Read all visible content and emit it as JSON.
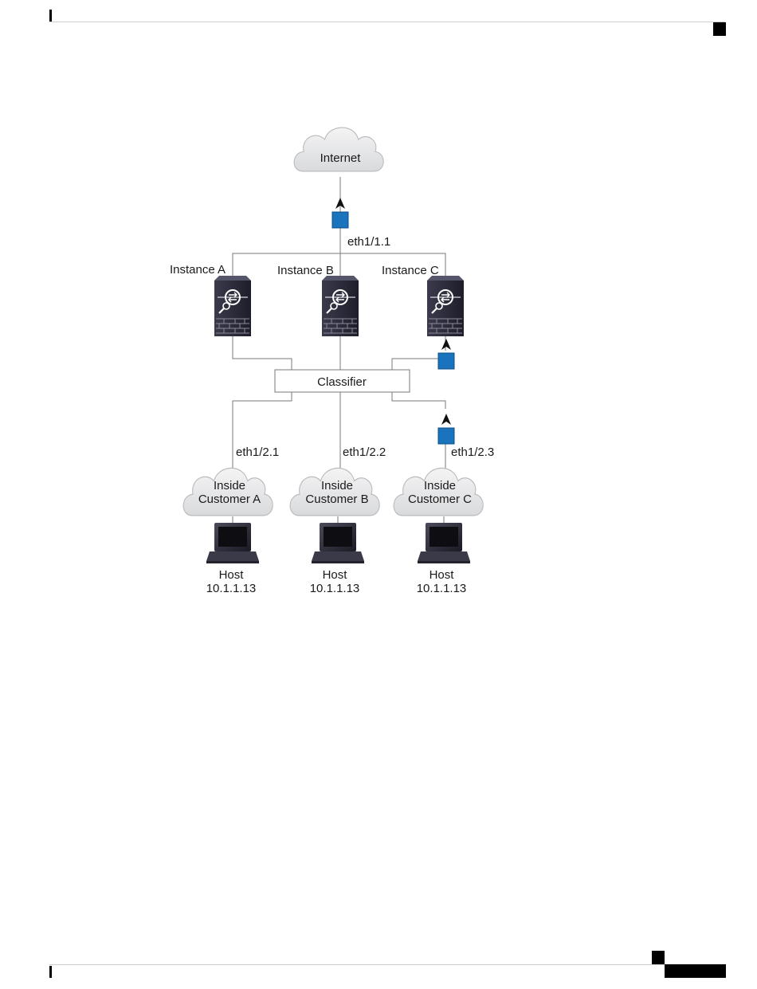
{
  "diagram": {
    "internet": {
      "label": "Internet"
    },
    "uplink": {
      "label": "eth1/1.1",
      "color": "#1a73bd"
    },
    "instances": [
      {
        "label": "Instance A"
      },
      {
        "label": "Instance B"
      },
      {
        "label": "Instance C"
      }
    ],
    "classifier": {
      "label": "Classifier"
    },
    "customers": [
      {
        "interface": "eth1/2.1",
        "line1": "Inside",
        "line2": "Customer A",
        "host": "Host",
        "ip": "10.1.1.13"
      },
      {
        "interface": "eth1/2.2",
        "line1": "Inside",
        "line2": "Customer B",
        "host": "Host",
        "ip": "10.1.1.13"
      },
      {
        "interface": "eth1/2.3",
        "line1": "Inside",
        "line2": "Customer C",
        "host": "Host",
        "ip": "10.1.1.13"
      }
    ],
    "colors": {
      "packet": "#1a73bd",
      "cloud": "#e6e7e9",
      "firewall": "#2a2a3a",
      "line": "#7a7a7a"
    }
  }
}
